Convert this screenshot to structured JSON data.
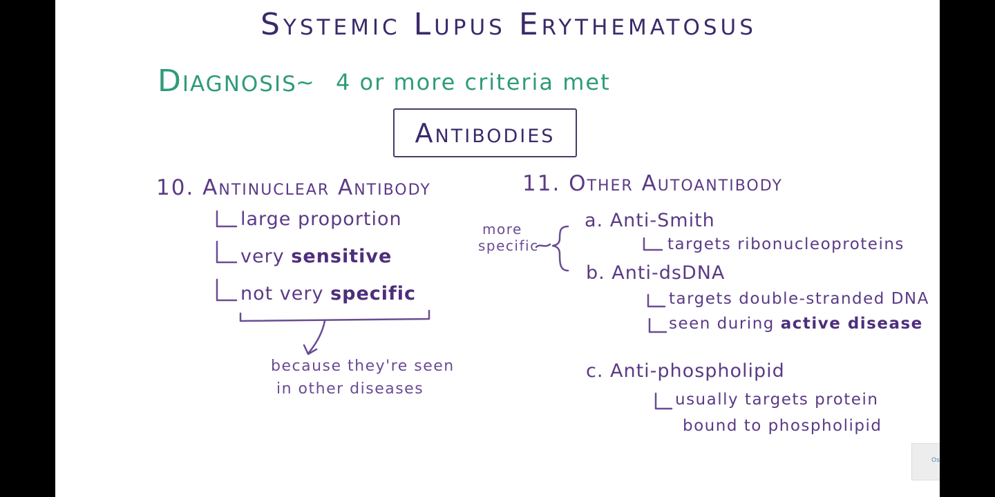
{
  "title": "Systemic Lupus Erythematosus",
  "diagnosis": {
    "label": "Diagnosis",
    "tilde": "~",
    "criteria": "4 or more criteria met"
  },
  "box_label": "Antibodies",
  "left_column": {
    "heading": "10. Antinuclear Antibody",
    "items": [
      {
        "text": "large proportion"
      },
      {
        "prefix": "very ",
        "emphasis": "sensitive"
      },
      {
        "prefix": "not very ",
        "emphasis": "specific"
      }
    ],
    "note_line1": "because they're seen",
    "note_line2": "in other diseases"
  },
  "right_column": {
    "heading": "11. Other Autoantibody",
    "side_note_line1": "more",
    "side_note_line2": "specific",
    "a": {
      "label": "a. Anti-Smith",
      "detail": "targets ribonucleoproteins"
    },
    "b": {
      "label": "b. Anti-dsDNA",
      "detail1": "targets double-stranded DNA",
      "detail2_prefix": "seen during ",
      "detail2_emphasis": "active disease"
    },
    "c": {
      "label": "c. Anti-phospholipid",
      "detail_line1": "usually targets protein",
      "detail_line2": "bound to phospholipid"
    }
  },
  "logo_text": "Osmosis",
  "colors": {
    "ink_purple": "#5b3a86",
    "ink_green": "#2e9b7a",
    "background": "#ffffff",
    "frame": "#000000"
  }
}
